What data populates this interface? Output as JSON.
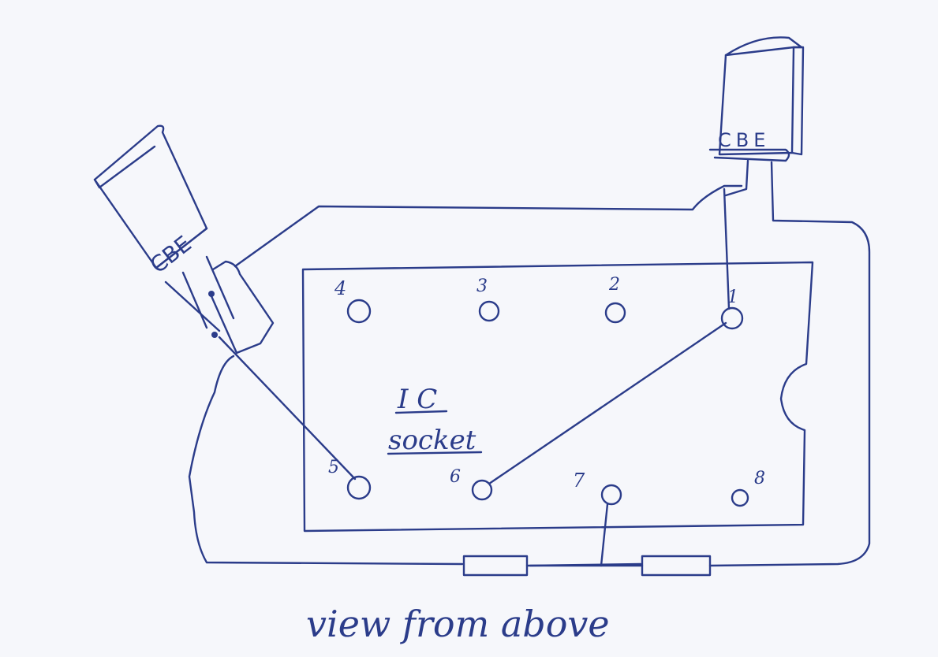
{
  "diagram": {
    "ic_label": "I C",
    "socket_label": "socket",
    "caption": "view from above",
    "transistor_left_pins": "CBE",
    "transistor_right_pins": "CBE",
    "pins": [
      {
        "number": "1"
      },
      {
        "number": "2"
      },
      {
        "number": "3"
      },
      {
        "number": "4"
      },
      {
        "number": "5"
      },
      {
        "number": "6"
      },
      {
        "number": "7"
      },
      {
        "number": "8"
      }
    ]
  }
}
